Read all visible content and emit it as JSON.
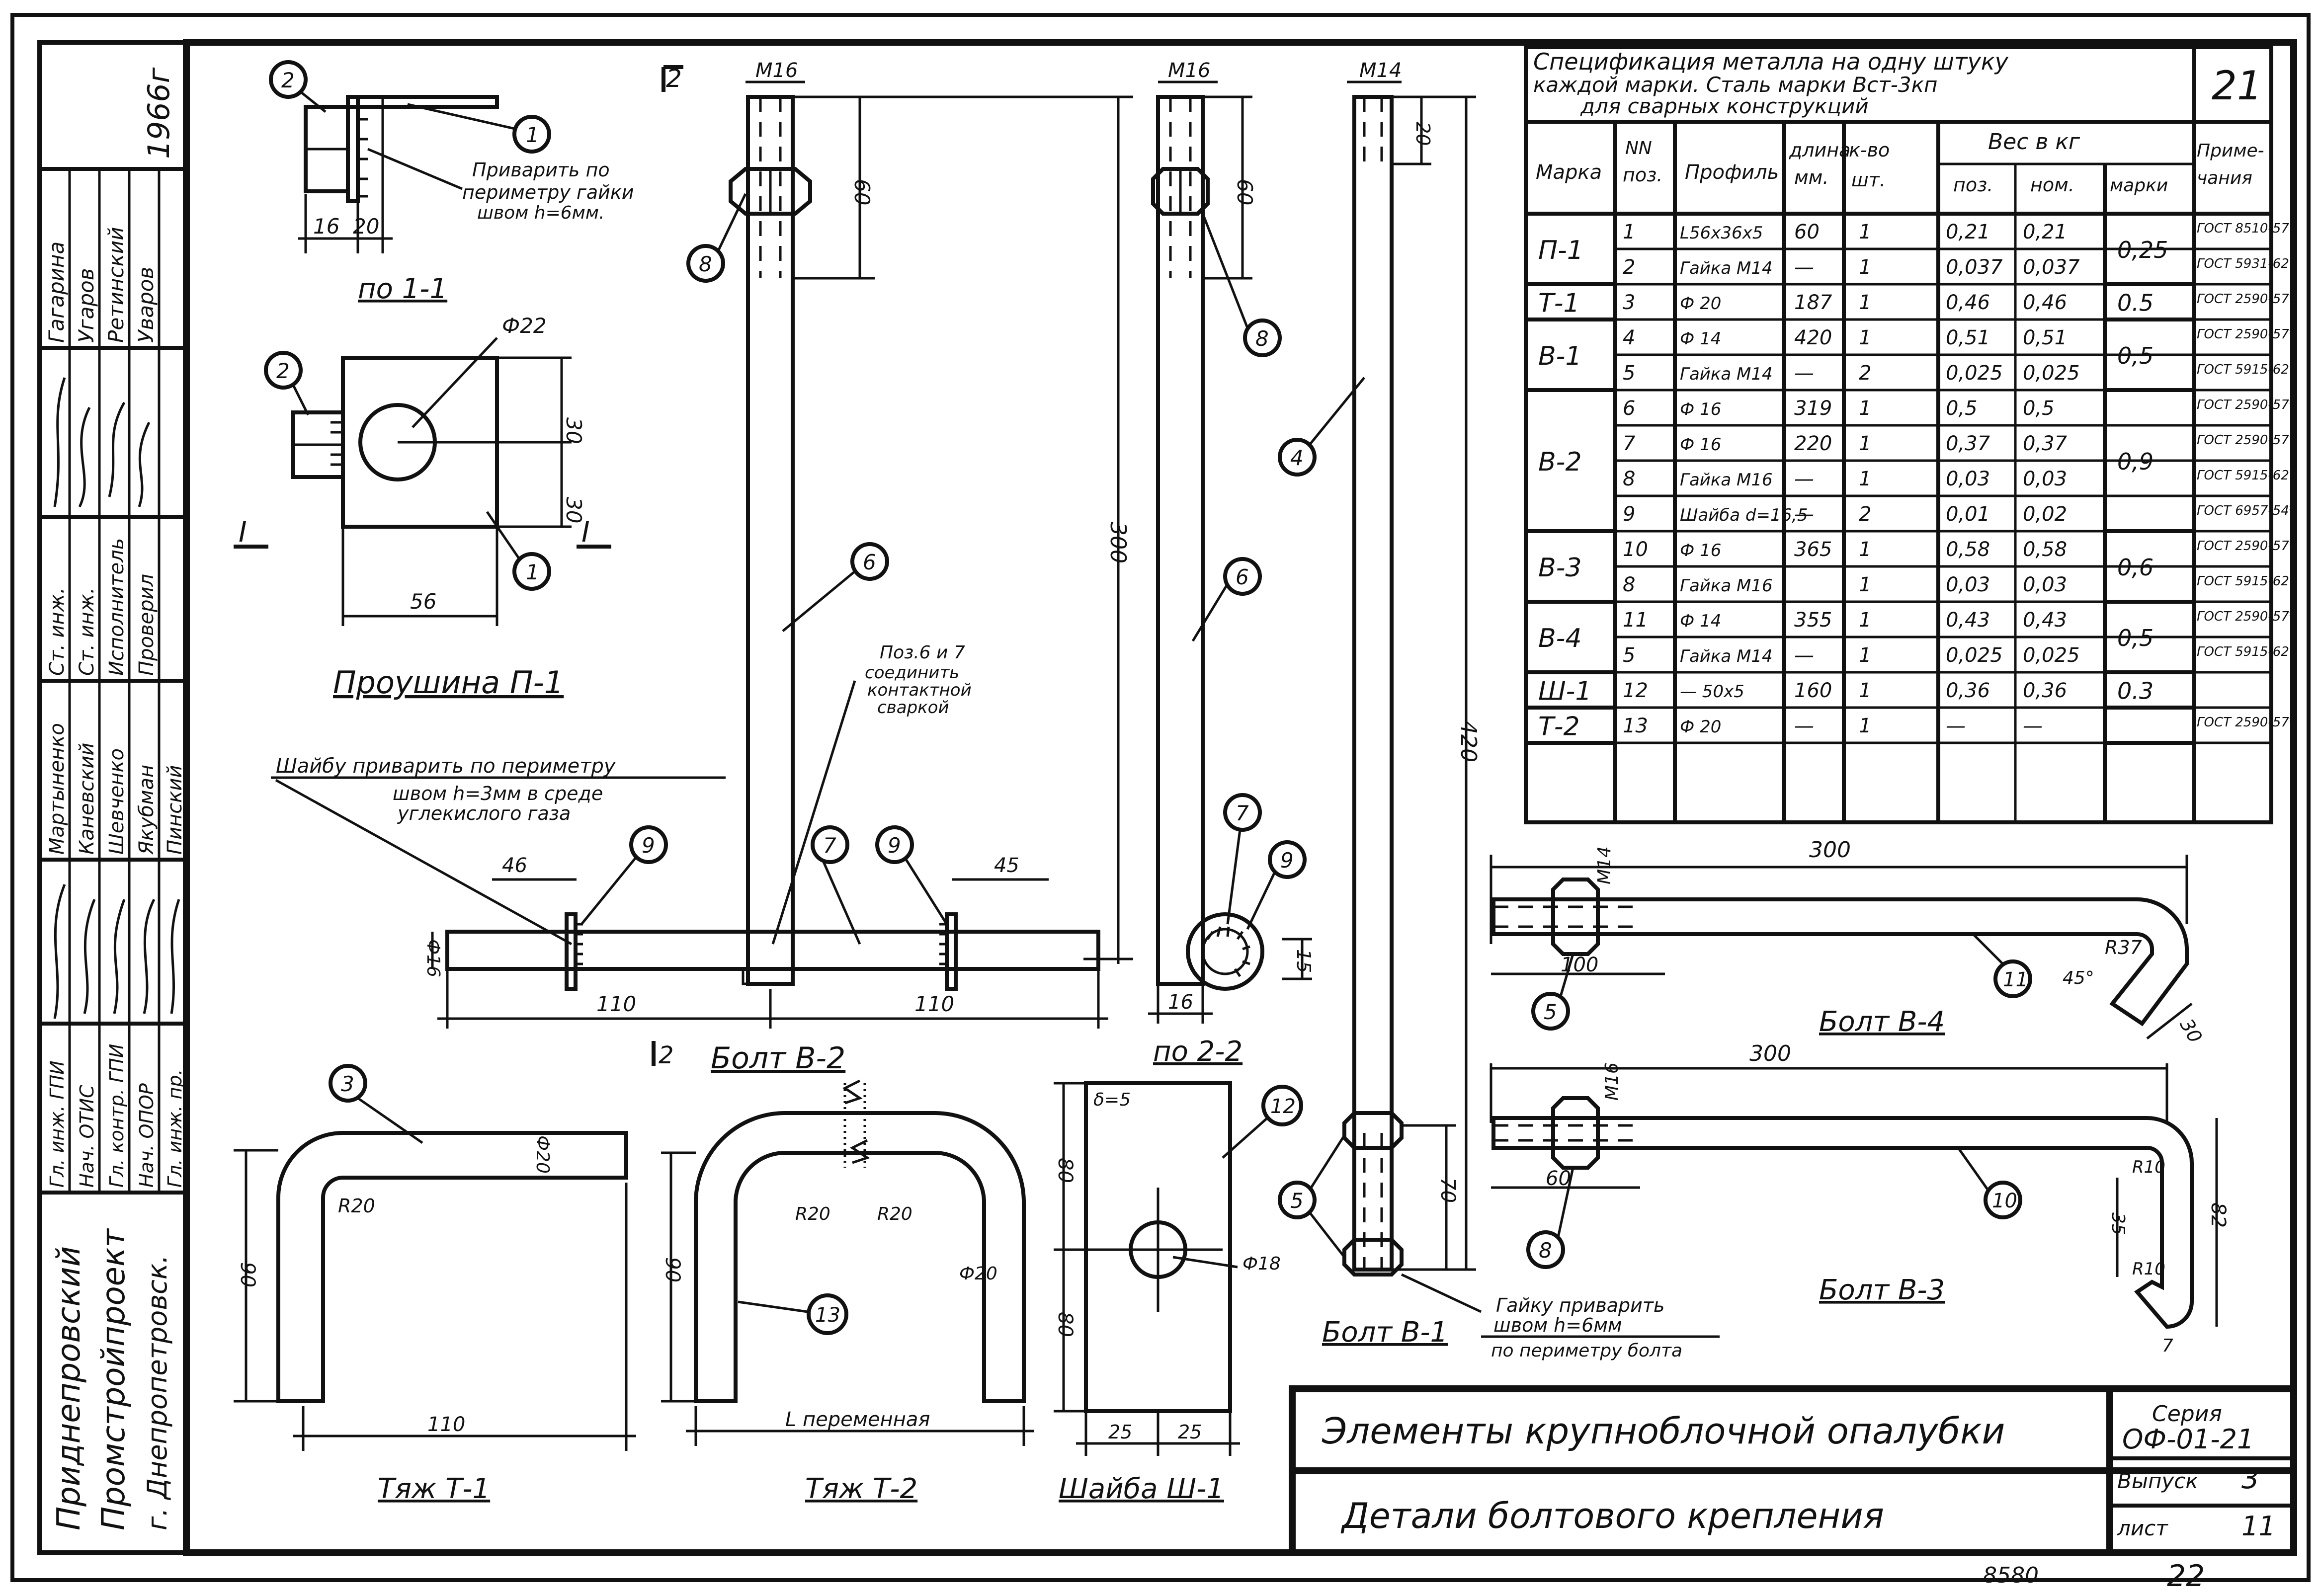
{
  "stamp": {
    "org": [
      "Приднепровский",
      "Промстройпроект",
      "г. Днепропетровск."
    ],
    "year": "1966г",
    "roles": [
      "Гл. инж. ГПИ",
      "Нач. ОТИС",
      "Гл. контр. ГПИ",
      "Нач. ОПОР",
      "Гл. инж. пр.",
      "Ст. инж.",
      "Ст. инж.",
      "Исполнитель",
      "Проверил"
    ],
    "names": [
      "Мартыненко",
      "Каневский",
      "Шевченко",
      "Якубман",
      "Пинский",
      "Гагарина",
      "Угаров",
      "Ретинский",
      "Уваров"
    ]
  },
  "spec": {
    "title_1": "Спецификация металла на одну штуку",
    "title_2": "каждой марки. Сталь марки Вст-3кп",
    "title_3": "для сварных конструкций",
    "sheet_no": "21",
    "headers": {
      "mark": "Марка",
      "pos_1": "NN",
      "pos_2": "поз.",
      "profile": "Профиль",
      "length_1": "длина",
      "length_2": "мм.",
      "qty_1": "к-во",
      "qty_2": "шт.",
      "weight": "Вес в кг",
      "w_pos": "поз.",
      "w_nom": "ном.",
      "w_mark": "марки",
      "note_1": "Приме-",
      "note_2": "чания"
    },
    "rows": [
      {
        "pos": "1",
        "profile": "L56x36x5",
        "length": "60",
        "qty": "1",
        "w_pos": "0,21",
        "w_nom": "0,21",
        "note": "ГОСТ 8510-57"
      },
      {
        "pos": "2",
        "profile": "Гайка М14",
        "length": "—",
        "qty": "1",
        "w_pos": "0,037",
        "w_nom": "0,037",
        "note": "ГОСТ 5931-62"
      },
      {
        "pos": "3",
        "profile": "Ф 20",
        "length": "187",
        "qty": "1",
        "w_pos": "0,46",
        "w_nom": "0,46",
        "note": "ГОСТ 2590-57*"
      },
      {
        "pos": "4",
        "profile": "Ф 14",
        "length": "420",
        "qty": "1",
        "w_pos": "0,51",
        "w_nom": "0,51",
        "note": "ГОСТ 2590-57*"
      },
      {
        "pos": "5",
        "profile": "Гайка М14",
        "length": "—",
        "qty": "2",
        "w_pos": "0,025",
        "w_nom": "0,025",
        "note": "ГОСТ 5915-62"
      },
      {
        "pos": "6",
        "profile": "Ф 16",
        "length": "319",
        "qty": "1",
        "w_pos": "0,5",
        "w_nom": "0,5",
        "note": "ГОСТ 2590-57*"
      },
      {
        "pos": "7",
        "profile": "Ф 16",
        "length": "220",
        "qty": "1",
        "w_pos": "0,37",
        "w_nom": "0,37",
        "note": "ГОСТ 2590-57*"
      },
      {
        "pos": "8",
        "profile": "Гайка М16",
        "length": "—",
        "qty": "1",
        "w_pos": "0,03",
        "w_nom": "0,03",
        "note": "ГОСТ 5915-62"
      },
      {
        "pos": "9",
        "profile": "Шайба d=16,5",
        "length": "—",
        "qty": "2",
        "w_pos": "0,01",
        "w_nom": "0,02",
        "note": "ГОСТ 6957-54*"
      },
      {
        "pos": "10",
        "profile": "Ф 16",
        "length": "365",
        "qty": "1",
        "w_pos": "0,58",
        "w_nom": "0,58",
        "note": "ГОСТ 2590-57*"
      },
      {
        "pos": "8",
        "profile": "Гайка М16",
        "length": "",
        "qty": "1",
        "w_pos": "0,03",
        "w_nom": "0,03",
        "note": "ГОСТ 5915-62"
      },
      {
        "pos": "11",
        "profile": "Ф 14",
        "length": "355",
        "qty": "1",
        "w_pos": "0,43",
        "w_nom": "0,43",
        "note": "ГОСТ 2590-57*"
      },
      {
        "pos": "5",
        "profile": "Гайка М14",
        "length": "—",
        "qty": "1",
        "w_pos": "0,025",
        "w_nom": "0,025",
        "note": "ГОСТ 5915-62"
      },
      {
        "pos": "12",
        "profile": "— 50x5",
        "length": "160",
        "qty": "1",
        "w_pos": "0,36",
        "w_nom": "0,36",
        "note": ""
      },
      {
        "pos": "13",
        "profile": "Ф 20",
        "length": "—",
        "qty": "1",
        "w_pos": "—",
        "w_nom": "—",
        "note": "ГОСТ 2590-57*"
      }
    ],
    "marks": [
      {
        "mark": "П-1",
        "w": "0,25"
      },
      {
        "mark": "Т-1",
        "w": "0.5"
      },
      {
        "mark": "В-1",
        "w": "0,5"
      },
      {
        "mark": "В-2",
        "w": "0,9"
      },
      {
        "mark": "В-3",
        "w": "0,6"
      },
      {
        "mark": "В-4",
        "w": "0,5"
      },
      {
        "mark": "Ш-1",
        "w": "0.3"
      },
      {
        "mark": "Т-2",
        "w": ""
      }
    ]
  },
  "drawings": {
    "p1_section_title": "по 1-1",
    "p1_title": "Проушина П-1",
    "p1_note_1": "Приварить по",
    "p1_note_2": "периметру гайки",
    "p1_note_3": "швом h=6мм.",
    "b2_title": "Болт В-2",
    "b2_section_title": "по 2-2",
    "b2_note_1": "Шайбу приварить по периметру",
    "b2_note_2": "швом h=3мм в среде",
    "b2_note_3": "углекислого газа",
    "b2_weld_1": "Поз.6 и 7",
    "b2_weld_2": "соединить",
    "b2_weld_3": "контактной",
    "b2_weld_4": "сваркой",
    "b1_title": "Болт В-1",
    "b1_note_1": "Гайку приварить",
    "b1_note_2": "швом h=6мм",
    "b1_note_3": "по периметру болта",
    "b4_title": "Болт В-4",
    "b3_title": "Болт В-3",
    "t1_title": "Тяж Т-1",
    "t2_title": "Тяж Т-2",
    "sh1_title": "Шайба Ш-1",
    "variable_length": "L переменная",
    "section_marks": [
      "I",
      "I",
      "2",
      "2"
    ]
  },
  "dims": {
    "m16": "М16",
    "m14": "М14",
    "phi22": "Ф22",
    "phi16": "Ф16",
    "phi20": "Ф20",
    "phi18": "Ф18",
    "d16": "16",
    "d20": "20",
    "d30": "30",
    "d56": "56",
    "d46": "46",
    "d110": "110",
    "d15": "15",
    "d60": "60",
    "d80": "80",
    "d300": "300",
    "d420": "420",
    "d70": "70",
    "d100": "100",
    "d90": "90",
    "d25": "25",
    "d35": "35",
    "d82": "82",
    "d45": "45",
    "d7": "7",
    "delta5": "δ=5",
    "r20": "R20",
    "r37": "R37",
    "r10": "R10",
    "deg45": "45°"
  },
  "title_block": {
    "line_1": "Элементы крупноблочной опалубки",
    "line_2": "Детали болтового крепления",
    "series_label": "Серия",
    "series": "ОФ-01-21",
    "issue_label": "Выпуск",
    "issue": "3",
    "sheet_label": "лист",
    "sheet": "11",
    "page_no": "22",
    "archive_no": "8580"
  }
}
